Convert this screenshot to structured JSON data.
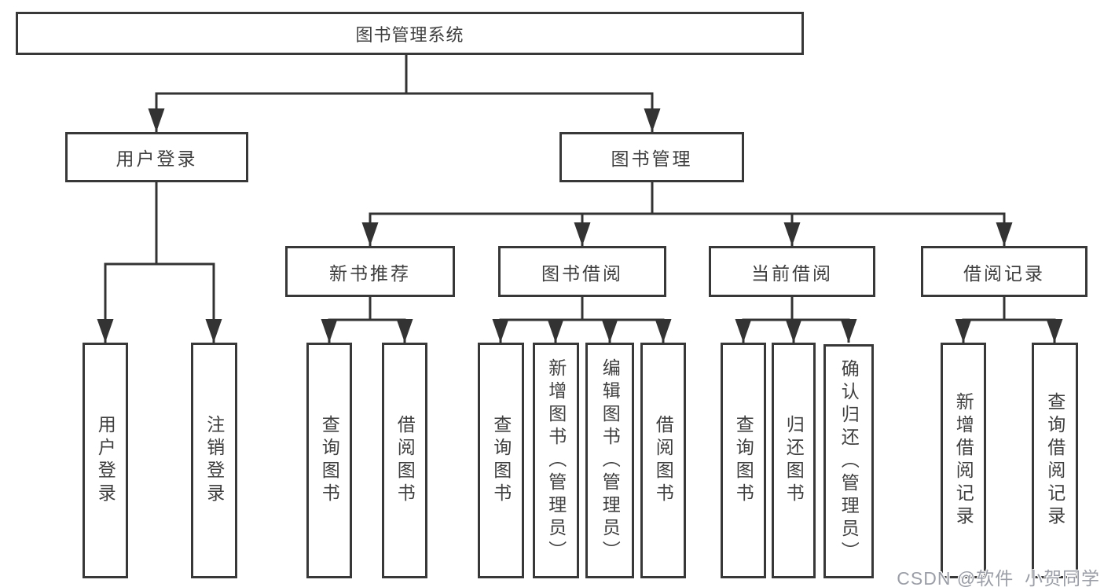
{
  "diagram": {
    "root": {
      "label": "图书管理系统"
    },
    "level2": [
      {
        "label": "用户登录",
        "leaves": [
          "用户登录",
          "注销登录"
        ]
      },
      {
        "label": "图书管理",
        "level3": [
          {
            "label": "新书推荐",
            "leaves": [
              "查询图书",
              "借阅图书"
            ]
          },
          {
            "label": "图书借阅",
            "leaves": [
              "查询图书",
              "新增图书（管理员）",
              "编辑图书（管理员）",
              "借阅图书"
            ]
          },
          {
            "label": "当前借阅",
            "leaves": [
              "查询图书",
              "归还图书",
              "确认归还（管理员）"
            ]
          },
          {
            "label": "借阅记录",
            "leaves": [
              "新增借阅记录",
              "查询借阅记录"
            ]
          }
        ]
      }
    ]
  },
  "watermark": {
    "text": "CSDN @软件_小贺同学"
  },
  "colors": {
    "line": "#333333",
    "border": "#383838",
    "text": "#3f3f3f",
    "watermark_text": "#9b9ea6",
    "background": "#ffffff"
  }
}
